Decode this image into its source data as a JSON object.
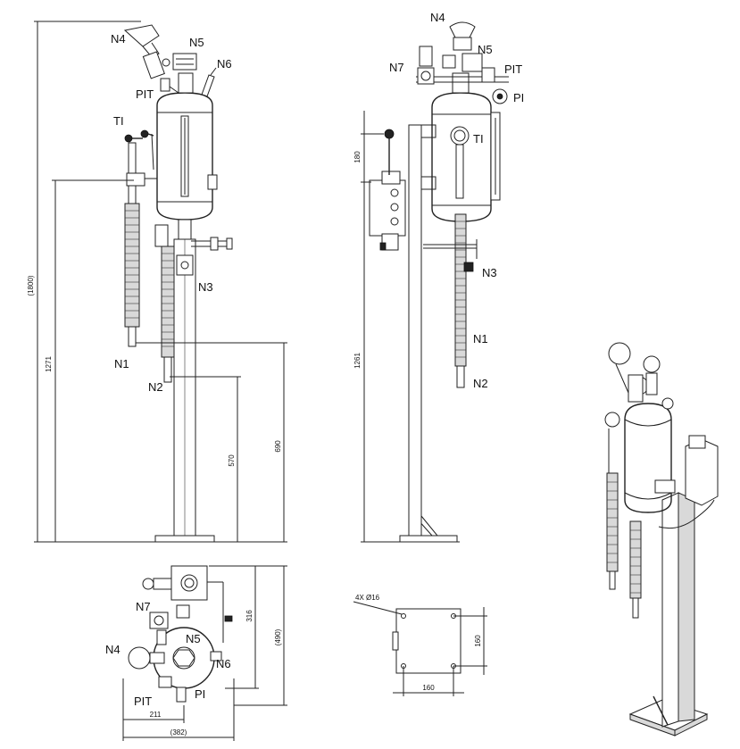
{
  "front_view": {
    "labels": {
      "n4": "N4",
      "n5": "N5",
      "n6": "N6",
      "pit": "PIT",
      "ti": "TI",
      "n3": "N3",
      "n1": "N1",
      "n2": "N2"
    },
    "dims": {
      "overall_height": "(1800)",
      "n1_height": "1271",
      "n2_height": "570",
      "n3_height": "690"
    }
  },
  "side_view": {
    "labels": {
      "n4": "N4",
      "n5": "N5",
      "n7": "N7",
      "pit": "PIT",
      "pi": "PI",
      "ti": "TI",
      "n3": "N3",
      "n1": "N1",
      "n2": "N2"
    },
    "dims": {
      "box_height": "180",
      "n1_height": "1261"
    }
  },
  "top_view": {
    "labels": {
      "n7": "N7",
      "n4": "N4",
      "n5": "N5",
      "n6": "N6",
      "pit": "PIT",
      "pi": "PI"
    },
    "dims": {
      "depth_316": "316",
      "depth_490": "(490)",
      "width_211": "211",
      "width_382": "(382)"
    }
  },
  "base_plate": {
    "holes": "4X Ø16",
    "width": "160",
    "height": "160"
  }
}
